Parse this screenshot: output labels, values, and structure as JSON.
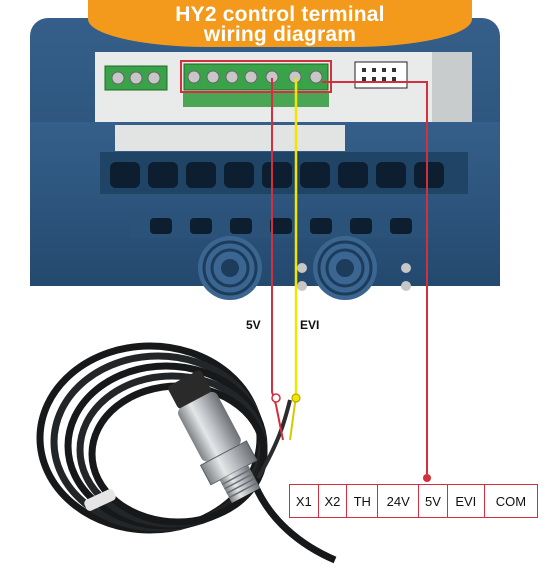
{
  "header": {
    "title_line1": "HY2 control terminal",
    "title_line2": "wiring diagram"
  },
  "colors": {
    "banner": "#f39a1c",
    "wire_red": "#d32f3c",
    "wire_yellow": "#f2e600",
    "drive_body": "#2f5d86",
    "terminal_green": "#3aa34a"
  },
  "wires": {
    "red_label": "5V",
    "yellow_label": "EVI"
  },
  "terminal_labels": [
    "X1",
    "X2",
    "TH",
    "24V",
    "5V",
    "EVI",
    "COM"
  ]
}
